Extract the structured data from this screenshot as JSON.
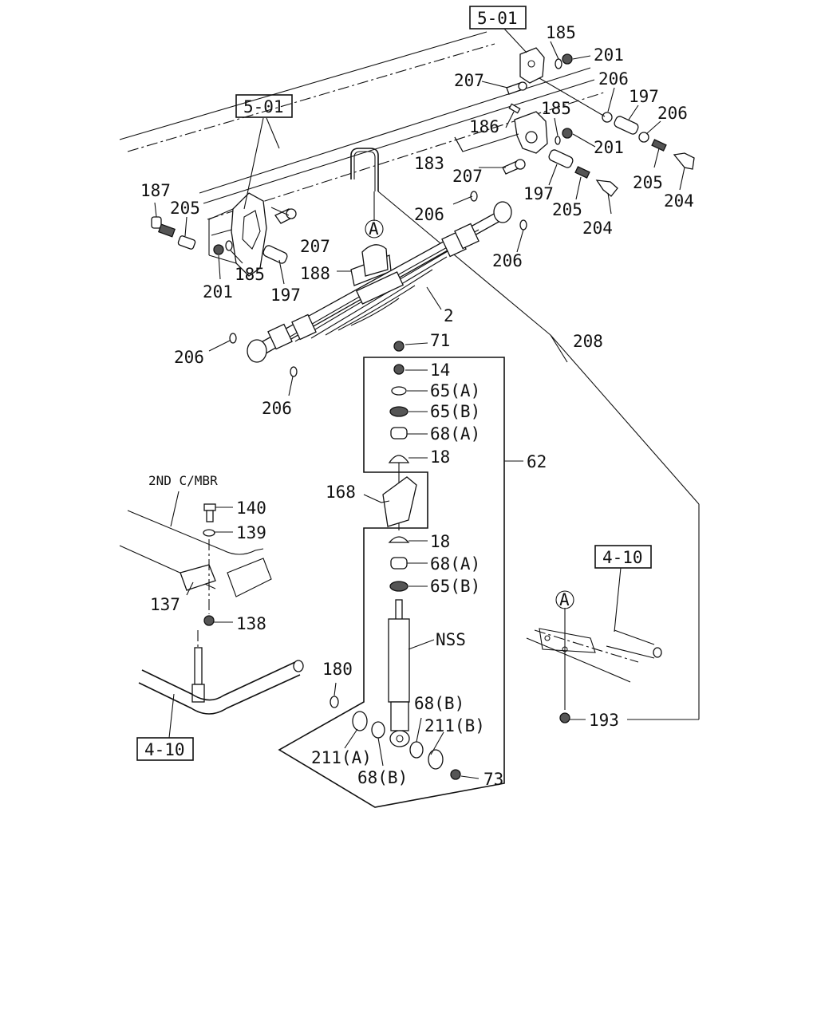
{
  "refs": {
    "ref_top": "5-01",
    "ref_left": "5-01",
    "ref_right": "4-10",
    "ref_bottom": "4-10"
  },
  "labels": {
    "l185a": "185",
    "l201a": "201",
    "l207a": "207",
    "l206a": "206",
    "l197a": "197",
    "l185b": "185",
    "l186": "186",
    "l206b": "206",
    "l201b": "201",
    "l183": "183",
    "l207b": "207",
    "l197b": "197",
    "l205a": "205",
    "l204a": "204",
    "l205b": "205",
    "l204b": "204",
    "l187": "187",
    "l205c": "205",
    "l207c": "207",
    "l206c": "206",
    "l206d": "206",
    "l188": "188",
    "l201c": "201",
    "l185c": "185",
    "l197c": "197",
    "l2": "2",
    "l208": "208",
    "l206e": "206",
    "l206f": "206",
    "l71": "71",
    "l14": "14",
    "l65a": "65(A)",
    "l65b": "65(B)",
    "l68a": "68(A)",
    "l18a": "18",
    "l62": "62",
    "l168": "168",
    "l18b": "18",
    "l68a2": "68(A)",
    "l65b2": "65(B)",
    "lnss": "NSS",
    "l180": "180",
    "l68b": "68(B)",
    "l211b": "211(B)",
    "l211a": "211(A)",
    "l68b2": "68(B)",
    "l73": "73",
    "l193": "193",
    "l140": "140",
    "l139": "139",
    "l137": "137",
    "l138": "138",
    "l2nd": "2ND C/MBR"
  },
  "callouts": {
    "a1": "A",
    "a2": "A"
  }
}
